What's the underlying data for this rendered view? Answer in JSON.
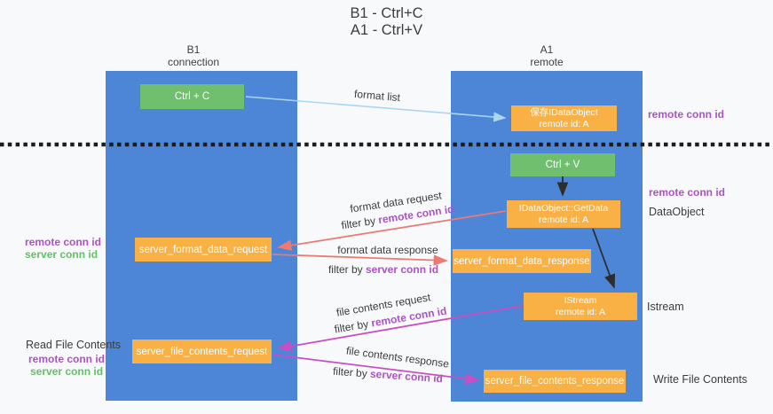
{
  "title": {
    "line1": "B1 - Ctrl+C",
    "line2": "A1 - Ctrl+V"
  },
  "lanes": {
    "left": {
      "name": "B1",
      "subtitle": "connection"
    },
    "right": {
      "name": "A1",
      "subtitle": "remote"
    }
  },
  "nodes": {
    "ctrl_c": {
      "label": "Ctrl + C"
    },
    "ctrl_v": {
      "label": "Ctrl + V"
    },
    "save_dataobject": {
      "line1": "保存IDataObject",
      "line2": "remote id: A"
    },
    "getdata": {
      "line1": "IDataObject::GetData",
      "line2": "remote id: A"
    },
    "istream": {
      "line1": "IStream",
      "line2": "remote id: A"
    },
    "format_request": {
      "label": "server_format_data_request"
    },
    "format_response": {
      "label": "server_format_data_response"
    },
    "file_request": {
      "label": "server_file_contents_request"
    },
    "file_response": {
      "label": "server_file_contents_response"
    }
  },
  "flows": {
    "format_list": {
      "label": "format list"
    },
    "format_data_request": {
      "line1": "format data request",
      "filter_prefix": "filter by ",
      "filter_key": "remote conn id"
    },
    "format_data_response": {
      "line1": "format data response",
      "filter_prefix": "filter by ",
      "filter_key": "server conn id"
    },
    "file_contents_request": {
      "line1": "file contents request",
      "filter_prefix": "filter by ",
      "filter_key": "remote conn id"
    },
    "file_contents_response": {
      "line1": "file contents response",
      "filter_prefix": "filter by ",
      "filter_key": "server conn id"
    }
  },
  "side_labels": {
    "remote_conn_id_top": "remote conn id",
    "remote_conn_id_mid": "remote conn id",
    "dataobject": "DataObject",
    "istream": "Istream",
    "write_file_contents": "Write File Contents",
    "left_remote_conn_id": "remote conn id",
    "left_server_conn_id": "server conn id",
    "read_file_contents": "Read File Contents",
    "read_remote_conn_id": "remote conn id",
    "read_server_conn_id": "server conn id"
  },
  "colors": {
    "lane_blue": "#4d86d6",
    "green_box": "#6fbf6f",
    "orange_box": "#f9b044",
    "purple_text": "#ab53c6",
    "green_text": "#63bf68",
    "red_arrow": "#e97a74",
    "magenta_arrow": "#ca4ec3",
    "light_blue_arrow": "#aad6f2",
    "black_arrow": "#2d2d2d"
  }
}
